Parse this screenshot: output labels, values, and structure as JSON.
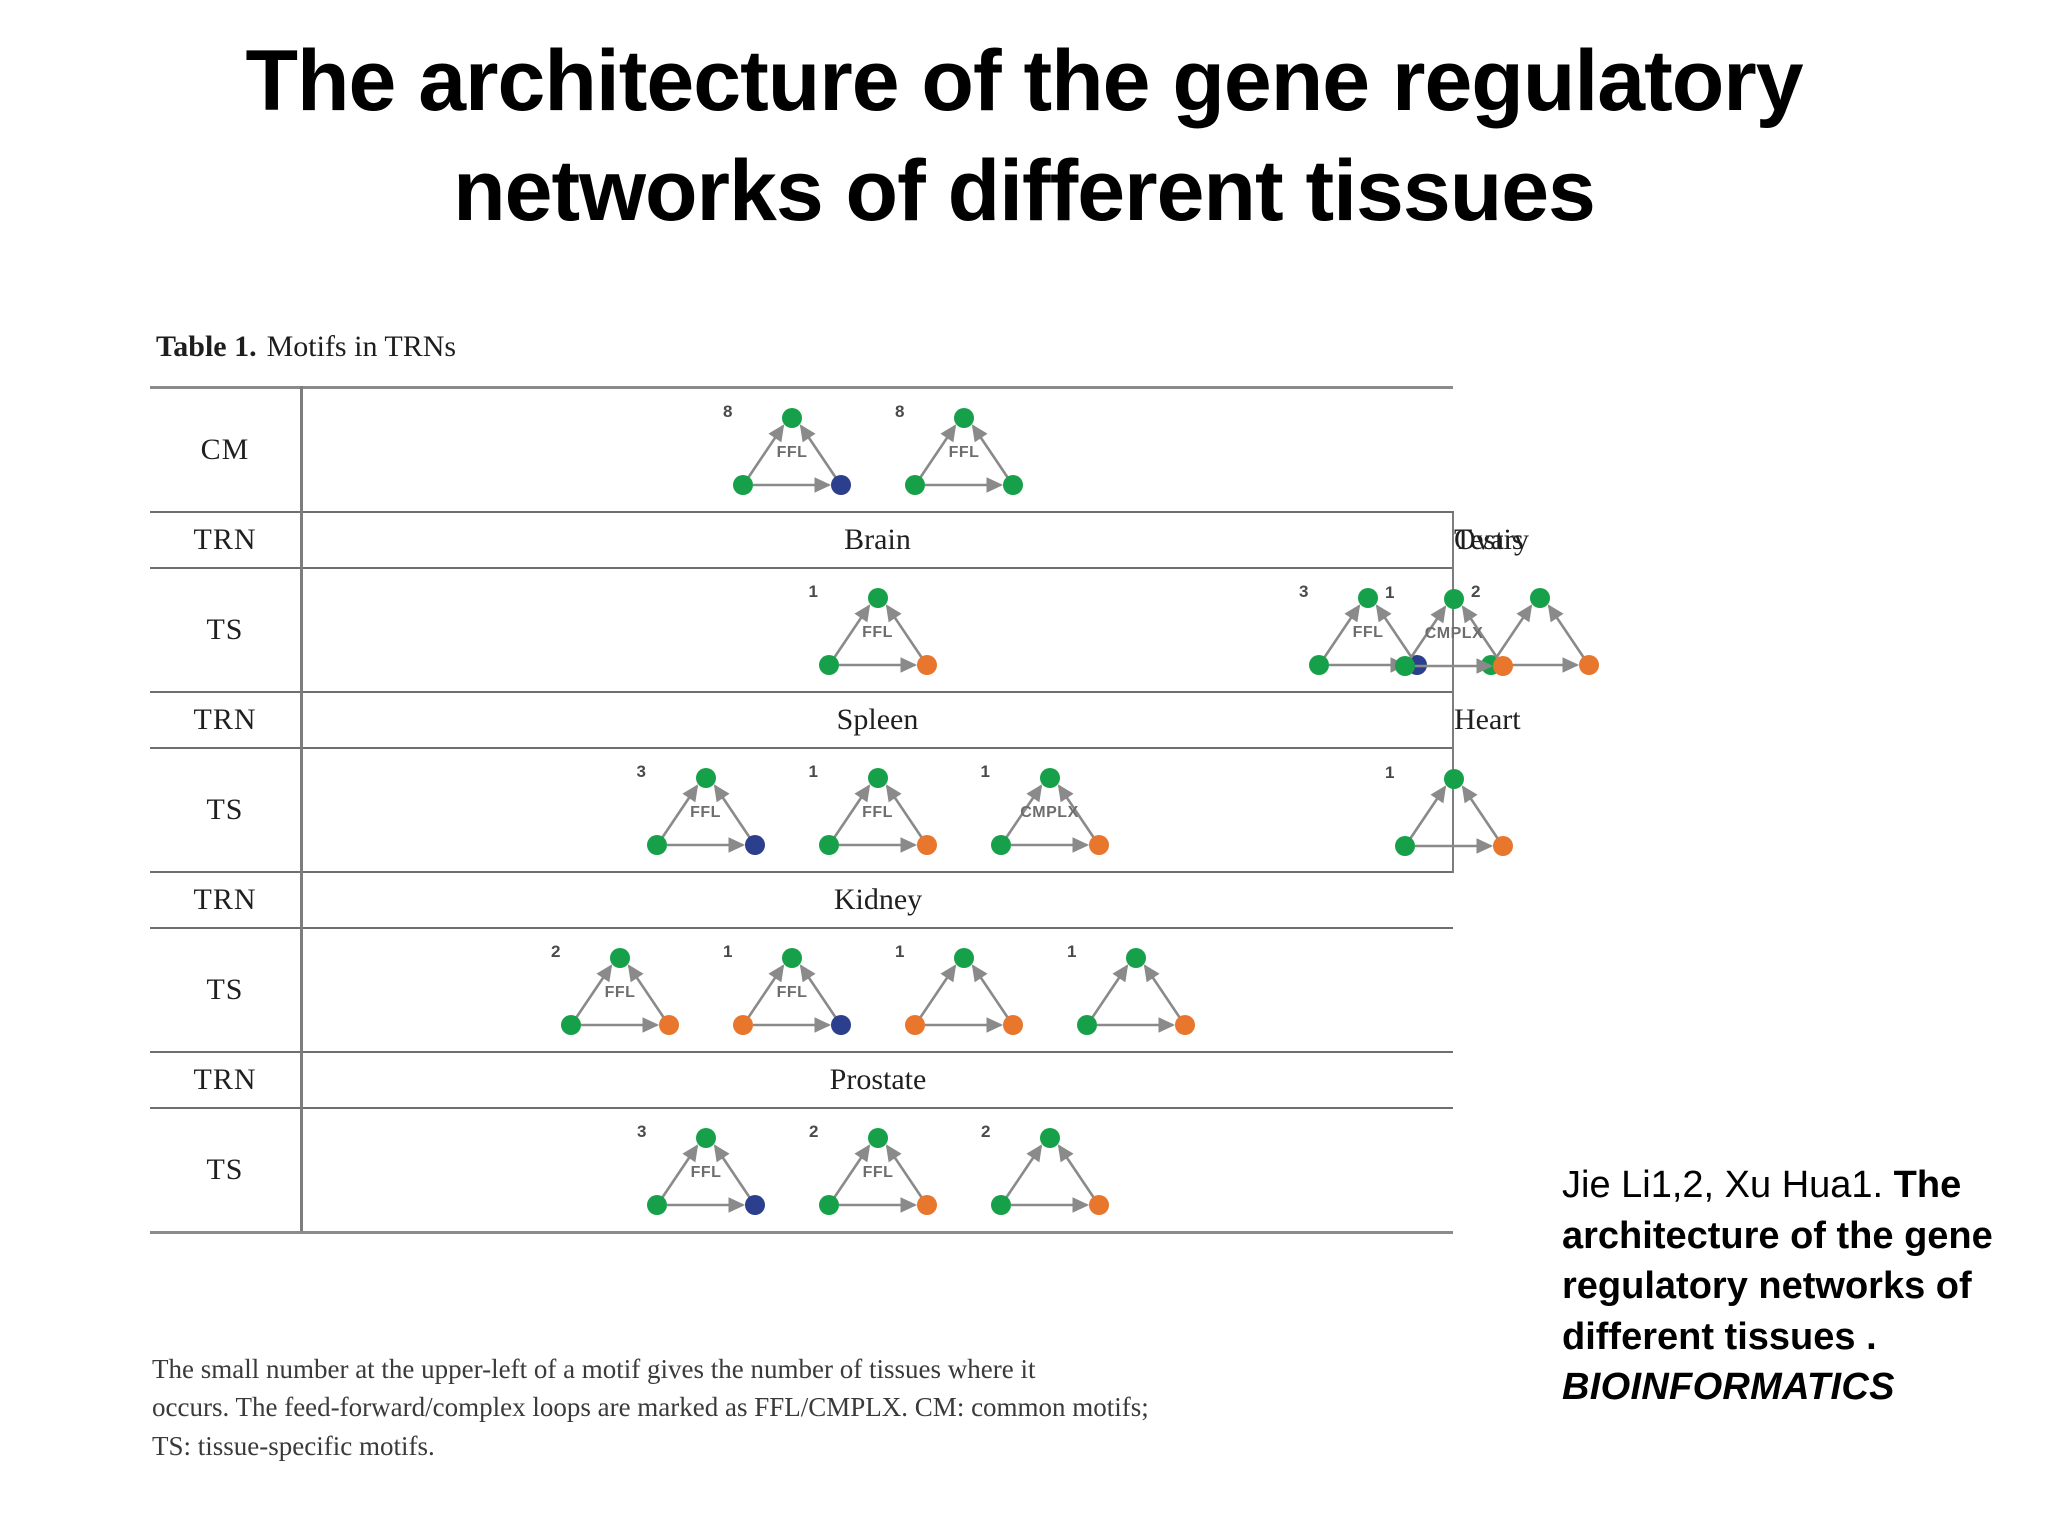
{
  "slide": {
    "title_line1": "The architecture of the gene regulatory",
    "title_line2": "networks of different tissues"
  },
  "figure": {
    "caption_strong": "Table 1.",
    "caption_rest": "Motifs in TRNs",
    "row_labels": {
      "cm": "CM",
      "trn": "TRN",
      "ts": "TS"
    },
    "footnote_line1": "The small number at the upper-left of a motif gives the number of tissues where it",
    "footnote_line2": "occurs. The feed-forward/complex loops are marked as FFL/CMPLX. CM: common motifs;",
    "footnote_line3": "TS: tissue-specific motifs.",
    "sections": [
      {
        "row_label": "CM",
        "tissues": [],
        "groups": [
          {
            "tissue": "",
            "motifs": [
              {
                "number": "8",
                "tag": "FFL",
                "nodes": {
                  "top": "green",
                  "left": "green",
                  "right": "blue"
                }
              },
              {
                "number": "8",
                "tag": "FFL",
                "nodes": {
                  "top": "green",
                  "left": "green",
                  "right": "green"
                }
              }
            ]
          }
        ]
      },
      {
        "row_label": "TS",
        "tissues": [
          "Brain",
          "Testis",
          "Ovary"
        ],
        "groups": [
          {
            "tissue": "Brain",
            "motifs": [
              {
                "number": "1",
                "tag": "FFL",
                "nodes": {
                  "top": "green",
                  "left": "green",
                  "right": "orange"
                }
              }
            ]
          },
          {
            "tissue": "Testis",
            "motifs": [
              {
                "number": "3",
                "tag": "FFL",
                "nodes": {
                  "top": "green",
                  "left": "green",
                  "right": "blue"
                }
              },
              {
                "number": "2",
                "tag": "",
                "nodes": {
                  "top": "green",
                  "left": "green",
                  "right": "orange"
                }
              }
            ]
          },
          {
            "tissue": "Ovary",
            "motifs": [
              {
                "number": "1",
                "tag": "CMPLX",
                "nodes": {
                  "top": "green",
                  "left": "green",
                  "right": "orange"
                }
              }
            ]
          }
        ]
      },
      {
        "row_label": "TS",
        "tissues": [
          "Spleen",
          "Heart"
        ],
        "groups": [
          {
            "tissue": "Spleen",
            "motifs": [
              {
                "number": "3",
                "tag": "FFL",
                "nodes": {
                  "top": "green",
                  "left": "green",
                  "right": "blue"
                }
              },
              {
                "number": "1",
                "tag": "FFL",
                "nodes": {
                  "top": "green",
                  "left": "green",
                  "right": "orange"
                }
              },
              {
                "number": "1",
                "tag": "CMPLX",
                "nodes": {
                  "top": "green",
                  "left": "green",
                  "right": "orange"
                }
              }
            ]
          },
          {
            "tissue": "Heart",
            "motifs": [
              {
                "number": "1",
                "tag": "",
                "nodes": {
                  "top": "green",
                  "left": "green",
                  "right": "orange"
                }
              }
            ]
          }
        ]
      },
      {
        "row_label": "TS",
        "tissues": [
          "Kidney"
        ],
        "groups": [
          {
            "tissue": "Kidney",
            "motifs": [
              {
                "number": "2",
                "tag": "FFL",
                "nodes": {
                  "top": "green",
                  "left": "green",
                  "right": "orange"
                }
              },
              {
                "number": "1",
                "tag": "FFL",
                "nodes": {
                  "top": "green",
                  "left": "orange",
                  "right": "blue"
                }
              },
              {
                "number": "1",
                "tag": "",
                "nodes": {
                  "top": "green",
                  "left": "orange",
                  "right": "orange"
                }
              },
              {
                "number": "1",
                "tag": "",
                "nodes": {
                  "top": "green",
                  "left": "green",
                  "right": "orange"
                }
              }
            ]
          }
        ]
      },
      {
        "row_label": "TS",
        "tissues": [
          "Prostate"
        ],
        "groups": [
          {
            "tissue": "Prostate",
            "motifs": [
              {
                "number": "3",
                "tag": "FFL",
                "nodes": {
                  "top": "green",
                  "left": "green",
                  "right": "blue"
                }
              },
              {
                "number": "2",
                "tag": "FFL",
                "nodes": {
                  "top": "green",
                  "left": "green",
                  "right": "orange"
                }
              },
              {
                "number": "2",
                "tag": "",
                "nodes": {
                  "top": "green",
                  "left": "green",
                  "right": "orange"
                }
              }
            ]
          }
        ]
      }
    ]
  },
  "citation": {
    "authors": "Jie Li1,2, Xu Hua1. ",
    "title": "The architecture of the gene regulatory networks of different tissues .",
    "journal": "BIOINFORMATICS"
  },
  "colors": {
    "node_green": "#17a04a",
    "node_orange": "#e8762c",
    "node_blue": "#2b3f8c",
    "edge_gray": "#8a8a8a",
    "rule_gray": "#7d7d7d",
    "text_black": "#000000"
  }
}
